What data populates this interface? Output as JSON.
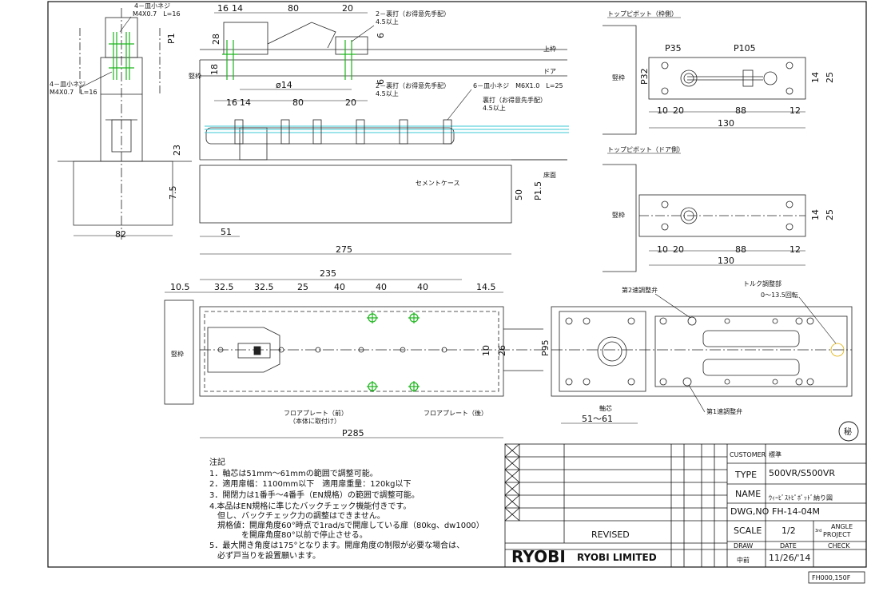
{
  "sheet_code": "FH000,150F",
  "title_block": {
    "customer_label": "CUSTOMER",
    "customer_value": "標準",
    "type_label": "TYPE",
    "type_value": "500VR/S500VR",
    "name_label": "NAME",
    "name_value": "ｳｨｰﾋﾞｽﾄﾋﾟﾎﾞｯﾄﾞ納り図",
    "dwgno_label": "DWG,NO",
    "dwgno_value": "FH-14-04M",
    "scale_label": "SCALE",
    "scale_value": "1/2",
    "angle_a": "ANGLE",
    "angle_b": "PROJECT",
    "angle_c": "3rd",
    "draw_label": "DRAW",
    "date_label": "DATE",
    "check_label": "CHECK",
    "draw_value": "中前",
    "date_value": "11/26/'14",
    "revised_label": "REVISED",
    "company_logo": "RYOBI",
    "company_name": "RYOBI LIMITED"
  },
  "notes": {
    "heading": "注記",
    "lines": [
      "1．軸芯は51mm～61mmの範囲で調整可能。",
      "2．適用扉幅：1100mm以下　適用扉重量：120kg以下",
      "3．開閉力は1番手～4番手（EN規格）の範囲で調整可能。",
      "4.本品はEN規格に準じたバックチェック機能付きです。",
      "　但し、バックチェック力の調整はできません。",
      "　規格値：開扉角度60°時点で1rad/sで開扉している扉（80kg、dw1000）",
      "　　　　を開扉角度80°以前で停止させる。",
      "5．最大開き角度は175°となります。開扉角度の制限が必要な場合は、",
      "　必ず戸当りを設置願います。"
    ]
  },
  "labels": {
    "top_pivot_frame": "トップピボット（枠側）",
    "top_pivot_door": "トップピボット（ドア側）",
    "screw_4_top": "4－皿小ネジ",
    "screw_4_top_spec": "M4X0.7　L=16",
    "screw_4_left": "4－皿小ネジ",
    "screw_4_left_spec": "M4X0.7　L=16",
    "tap2_top": "2－裏打（お得意先手配）",
    "tap2_top_depth": "4.5以上",
    "tap2_bot": "2－裏打（お得意先手配）",
    "tap2_bot_depth": "4.5以上",
    "screw6": "6－皿小ネジ　M6X1.0　L=25",
    "tap6": "裏打（お得意先手配）",
    "tap6_depth": "4.5以上",
    "upper_frame": "上枠",
    "door": "ドア",
    "jamb": "竪枠",
    "floor": "床面",
    "cement_case": "セメントケース",
    "floor_plate_front": "フロアプレート（前）",
    "floor_plate_front_sub": "（本体に取付け）",
    "floor_plate_rear": "フロアプレート（後）",
    "valve2": "第2速調整弁",
    "valve1": "第1速調整弁",
    "torque": "トルク調整部",
    "torque_range": "0～13.5回転",
    "axis": "軸芯",
    "axis_range": "51～61",
    "secret": "秘"
  },
  "dims": {
    "d16a": "16",
    "d14a": "14",
    "d80a": "80",
    "d20a": "20",
    "d16b": "16",
    "d14b": "14",
    "d80b": "80",
    "d20b": "20",
    "d28": "28",
    "d18": "18",
    "d6": "6",
    "d6b": "6",
    "dia14": "ø14",
    "dP1": "P1",
    "d23": "23",
    "d7_5": "7.5",
    "d82": "82",
    "d51": "51",
    "d275": "275",
    "d50": "50",
    "dP1_5": "P1.5",
    "d235": "235",
    "d10_5": "10.5",
    "d32_5a": "32.5",
    "d32_5b": "32.5",
    "d25": "25",
    "d40a": "40",
    "d40b": "40",
    "d40c": "40",
    "d14_5": "14.5",
    "d10": "10",
    "d26": "26",
    "dP95": "P95",
    "dP285": "P285",
    "dP35": "P35",
    "dP105": "P105",
    "dP32": "P32",
    "d14c": "14",
    "d25b": "25",
    "d10c": "10",
    "d20c": "20",
    "d88a": "88",
    "d12a": "12",
    "d130a": "130",
    "d14d": "14",
    "d25c": "25",
    "d10d": "10",
    "d20d": "20",
    "d88b": "88",
    "d12b": "12",
    "d130b": "130"
  }
}
